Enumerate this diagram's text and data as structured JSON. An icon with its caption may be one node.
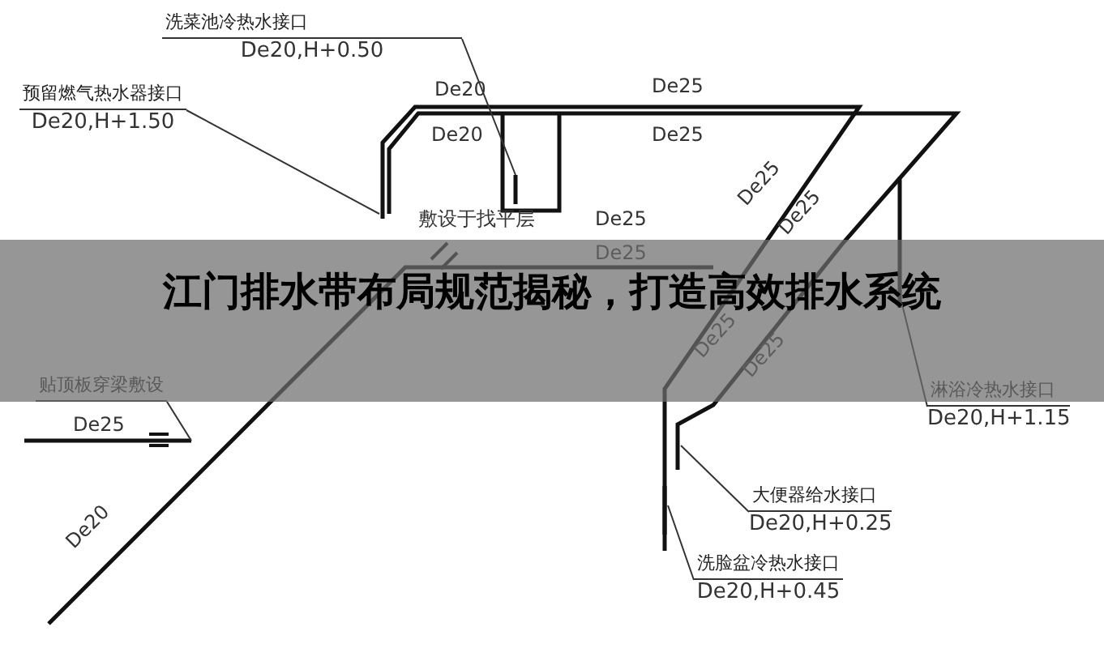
{
  "diagram": {
    "title": "江门排水带布局规范揭秘，打造高效排水系统",
    "nodes": [
      {
        "text": [
          "洗菜池冷热水接口",
          "De20,H+0.50"
        ]
      },
      {
        "text": [
          "预留燃气热水器接口",
          "De20,H+1.50"
        ]
      },
      {
        "text": [
          "淋浴冷热水接口",
          "De20,H+1.15"
        ]
      },
      {
        "text": [
          "大便器给水接口",
          "De20,H+0.25"
        ]
      },
      {
        "text": [
          "洗脸盆冷热水接口",
          "De20,H+0.45"
        ]
      },
      {
        "text": [
          "贴顶板穿梁敷设"
        ]
      }
    ],
    "edges": [
      {
        "from": 0,
        "to": null,
        "arrow": "none"
      },
      {
        "from": 1,
        "to": null,
        "arrow": "none"
      },
      {
        "from": 2,
        "to": null,
        "arrow": "none"
      },
      {
        "from": 3,
        "to": null,
        "arrow": "none"
      },
      {
        "from": 4,
        "to": null,
        "arrow": "none"
      },
      {
        "from": 5,
        "to": null,
        "arrow": "none"
      }
    ],
    "labels": [
      "De20",
      "De20",
      "De25",
      "De25",
      "敷设于找平层",
      "De25",
      "De25",
      "De25",
      "De25",
      "De25",
      "De25",
      "De25",
      "De20"
    ]
  }
}
